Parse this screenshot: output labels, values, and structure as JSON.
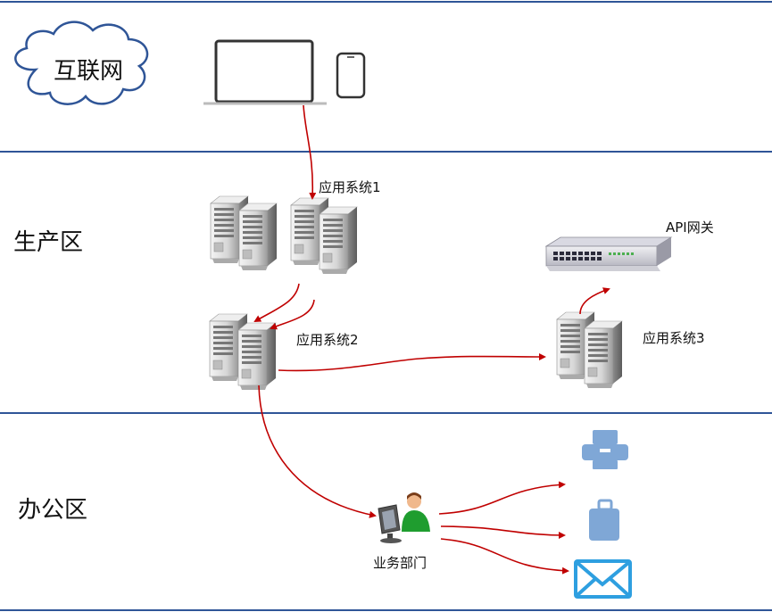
{
  "zones": {
    "internet": "互联网",
    "production": "生产区",
    "office": "办公区"
  },
  "nodes": {
    "app1": "应用系统1",
    "app2": "应用系统2",
    "app3": "应用系统3",
    "gateway": "API网关",
    "department": "业务部门"
  },
  "colors": {
    "divider": "#2f5597",
    "arrow": "#c00000",
    "office_icons": "#7fa7d6",
    "mail_icon": "#2e9fe0",
    "user_shirt": "#1f9d2f"
  },
  "icons": [
    "cloud-icon",
    "laptop-icon",
    "smartphone-icon",
    "server-icon",
    "network-switch-icon",
    "user-workstation-icon",
    "printer-icon",
    "luggage-icon",
    "mail-icon"
  ]
}
